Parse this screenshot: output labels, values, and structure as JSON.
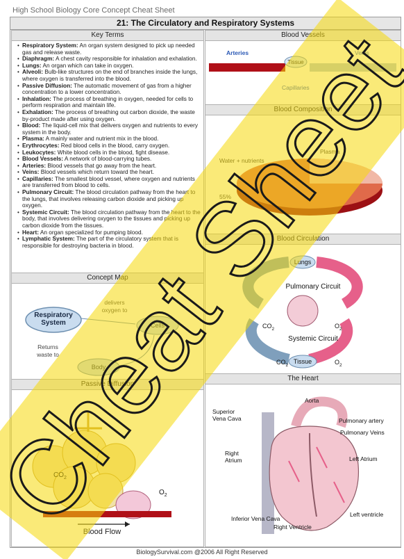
{
  "header": {
    "doc_title": "High School Biology Core Concept Cheat Sheet",
    "banner": "21: The Circulatory and Respiratory Systems"
  },
  "key_terms": {
    "heading": "Key Terms",
    "items": [
      {
        "term": "Respiratory System:",
        "def": " An organ system designed to pick up needed gas and release waste."
      },
      {
        "term": "Diaphragm:",
        "def": " A chest cavity responsible for inhalation and exhalation."
      },
      {
        "term": "Lungs:",
        "def": " An organ which can take in oxygen."
      },
      {
        "term": "Alveoli:",
        "def": " Bulb-like structures on the end of branches inside the lungs, where oxygen is transferred into the blood."
      },
      {
        "term": "Passive Diffusion:",
        "def": " The automatic movement of gas from a higher concentration to a lower concentration."
      },
      {
        "term": "Inhalation:",
        "def": " The process of breathing in oxygen, needed for cells to perform respiration and maintain life."
      },
      {
        "term": "Exhalation:",
        "def": " The process of breathing out carbon dioxide, the waste by-product made after using oxygen."
      },
      {
        "term": "Blood:",
        "def": " The liquid-cell mix that delivers oxygen and nutrients to every system in the body."
      },
      {
        "term": "Plasma:",
        "def": " A mainly water and nutrient mix in the blood."
      },
      {
        "term": "Erythrocytes:",
        "def": " Red blood cells in the blood, carry oxygen."
      },
      {
        "term": "Leukocytes:",
        "def": " White blood cells in the blood, fight disease."
      },
      {
        "term": "Blood Vessels:",
        "def": " A network of blood-carrying tubes."
      },
      {
        "term": "Arteries:",
        "def": " Blood vessels that go away from the heart."
      },
      {
        "term": "Veins:",
        "def": " Blood vessels which return toward the heart."
      },
      {
        "term": "Capillaries:",
        "def": " The smallest blood vessel, where oxygen and nutrients are transferred from blood to cells."
      },
      {
        "term": "Pulmonary Circuit:",
        "def": " The blood circulation pathway from the heart to the lungs, that involves releasing carbon dioxide and picking up oxygen."
      },
      {
        "term": "Systemic Circuit:",
        "def": " The blood circulation pathway from the heart to the body, that involves delivering oxygen to the tissues and picking up carbon dioxide from the tissues."
      },
      {
        "term": "Heart:",
        "def": " An organ specialized for pumping blood."
      },
      {
        "term": "Lymphatic System:",
        "def": " The part of the circulatory system that is responsible for destroying bacteria in blood."
      }
    ]
  },
  "concept_map": {
    "heading": "Concept Map",
    "node_respiratory": "Respiratory System",
    "label_delivers": "delivers oxygen to",
    "node_cells": "Cells",
    "label_returns": "Returns waste to",
    "node_body": "Body"
  },
  "passive": {
    "heading": "Passive Diffusion",
    "co2": "CO",
    "co2_sub": "2",
    "o2": "O",
    "o2_sub": "2",
    "flow": "Blood Flow"
  },
  "vessels": {
    "heading": "Blood Vessels",
    "arteries": "Arteries",
    "tissue": "Tissue",
    "veins": "Veins",
    "capillaries": "Capillaries"
  },
  "composition": {
    "heading": "Blood Composition",
    "water": "Water + nutrients",
    "plasma": "Plasma",
    "pct": "55%"
  },
  "circulation": {
    "heading": "Blood Circulation",
    "lungs": "Lungs",
    "pulmonary": "Pulmonary Circuit",
    "systemic": "Systemic Circuit",
    "tissue": "Tissue",
    "co2": "CO",
    "o2": "O",
    "sub": "2"
  },
  "heart": {
    "heading": "The Heart",
    "svc": "Superior Vena Cava",
    "aorta": "Aorta",
    "pulm_artery": "Pulmonary artery",
    "pulm_veins": "Pulmonary Veins",
    "right_atrium": "Right Atrium",
    "left_atrium": "Left Atrium",
    "ivc": "Inferior Vena Cava",
    "left_ventricle": "Left ventricle",
    "right_ventricle": "Right Ventricle"
  },
  "watermark": "Cheat Sheet",
  "footer": "BiologySurvival.com   @2006 All Right Reserved",
  "colors": {
    "watermark_yellow": "#f5d90a",
    "artery_red": "#b01018",
    "circuit_pink": "#e6608a",
    "circuit_blue": "#7f9fbc",
    "node_blue": "#c9dcef"
  }
}
